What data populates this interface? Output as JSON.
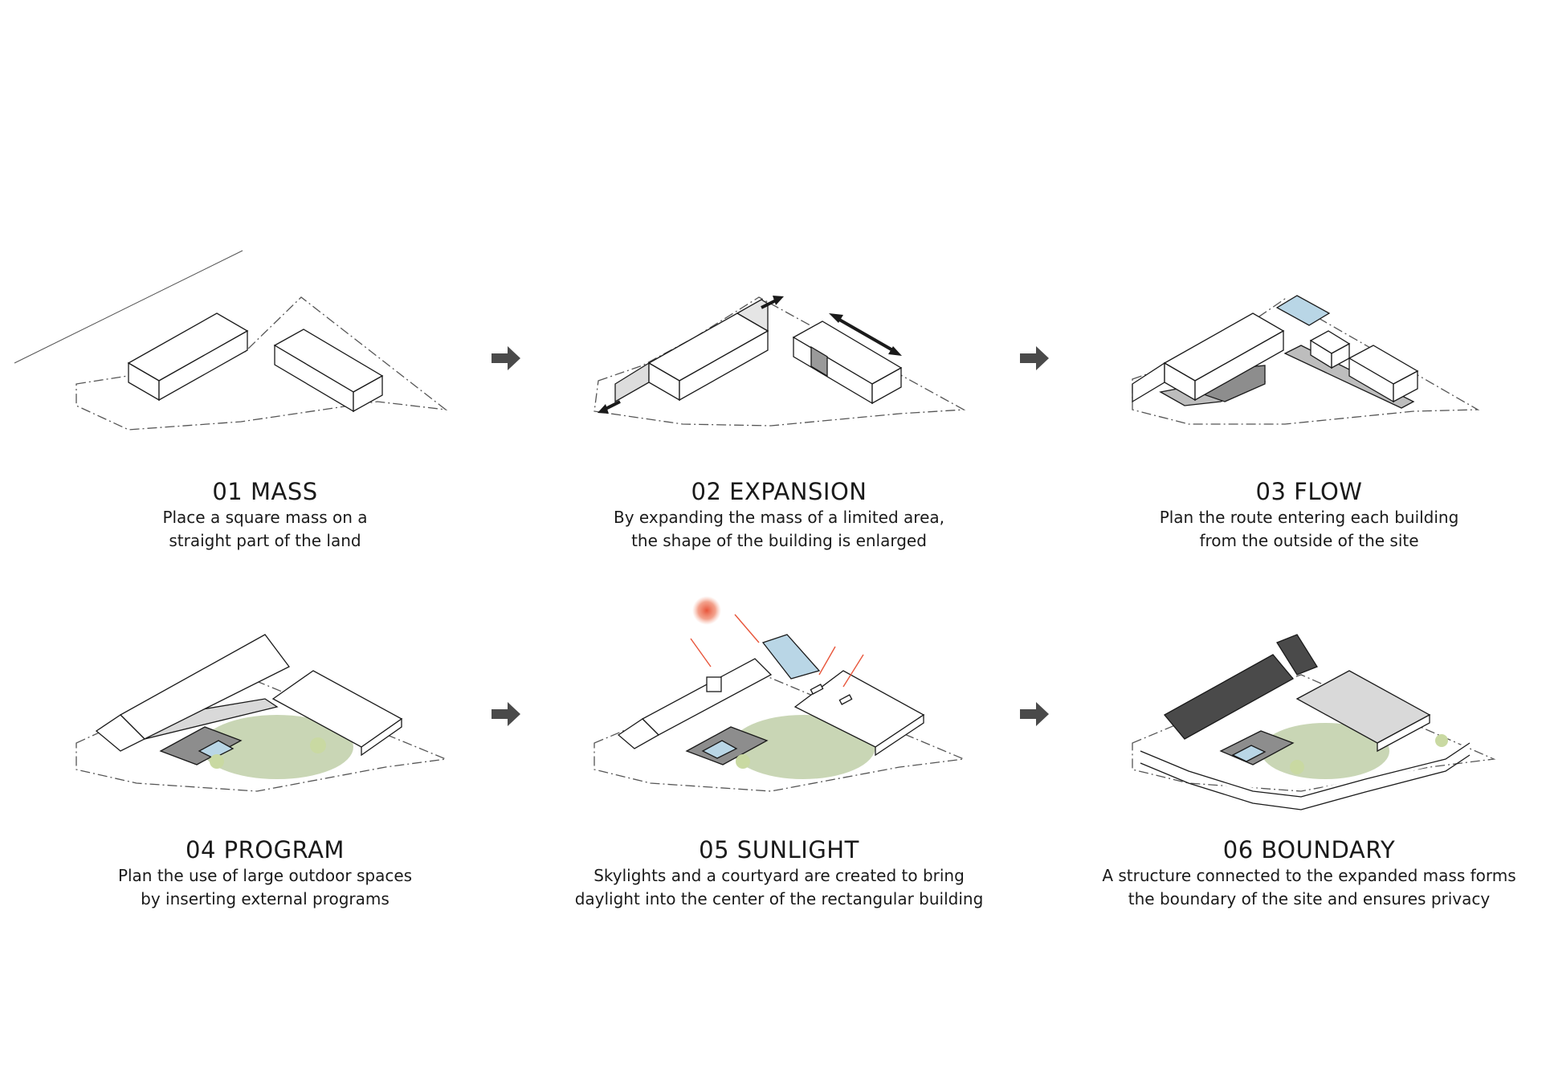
{
  "steps": [
    {
      "title": "01 MASS",
      "line1": "Place a square mass on a",
      "line2": "straight part of the land"
    },
    {
      "title": "02 EXPANSION",
      "line1": "By expanding the mass of a limited area,",
      "line2": "the shape of the building is enlarged"
    },
    {
      "title": "03 FLOW",
      "line1": "Plan the route entering each building",
      "line2": "from the outside of the site"
    },
    {
      "title": "04 PROGRAM",
      "line1": "Plan the use of large outdoor spaces",
      "line2": "by inserting external programs"
    },
    {
      "title": "05 SUNLIGHT",
      "line1": "Skylights and a courtyard are created to bring",
      "line2": "daylight into the center of the rectangular building"
    },
    {
      "title": "06 BOUNDARY",
      "line1": "A structure connected to the expanded mass forms",
      "line2": "the boundary of the site and ensures privacy"
    }
  ],
  "colors": {
    "line": "#1a1a1a",
    "arrow": "#4a4a4a",
    "lawn": "#c9d6b5",
    "paving": "#8d8d8d",
    "pool": "#b9d6e6",
    "sun": "#e8553a",
    "roof_dark": "#4a4a4a"
  }
}
